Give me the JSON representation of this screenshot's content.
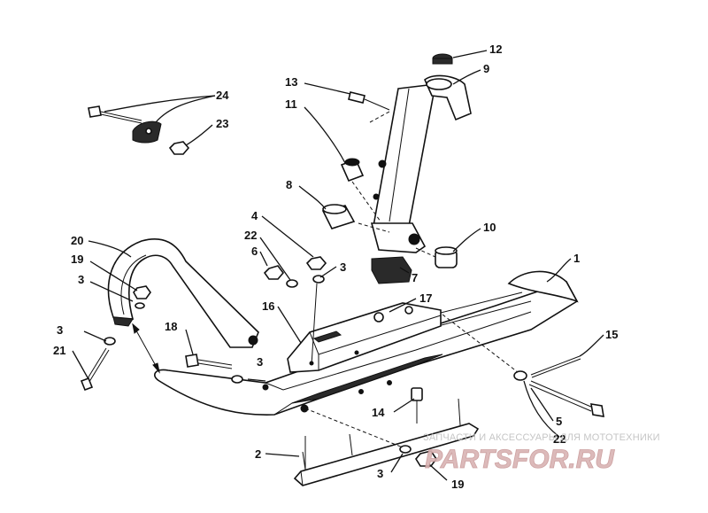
{
  "callouts": {
    "c1": "1",
    "c2": "2",
    "c3a": "3",
    "c3b": "3",
    "c3c": "3",
    "c3d": "3",
    "c3e": "3",
    "c4": "4",
    "c5": "5",
    "c6": "6",
    "c7": "7",
    "c8": "8",
    "c9": "9",
    "c10": "10",
    "c11": "11",
    "c12": "12",
    "c13": "13",
    "c14": "14",
    "c16": "16",
    "c17": "17",
    "c18": "18",
    "c19a": "19",
    "c19b": "19",
    "c20": "20",
    "c21": "21",
    "c22a": "22",
    "c22b": "22",
    "c23": "23",
    "c24": "24"
  },
  "watermark": {
    "caption": "ЗАПЧАСТИ И АКСЕССУАРЫ ДЛЯ МОТОТЕХНИКИ",
    "logo": "PARTSFOR.RU"
  }
}
